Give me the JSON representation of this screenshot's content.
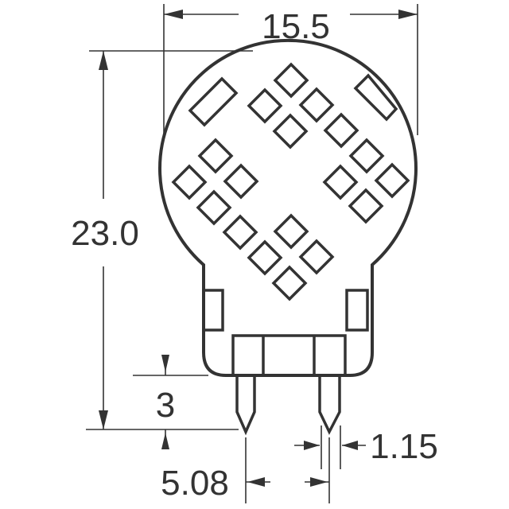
{
  "dimensions": {
    "width": "15.5",
    "height": "23.0",
    "pin_length": "3",
    "pin_pitch": "5.08",
    "pin_width": "1.15"
  },
  "colors": {
    "line": "#333333",
    "background": "#ffffff"
  }
}
